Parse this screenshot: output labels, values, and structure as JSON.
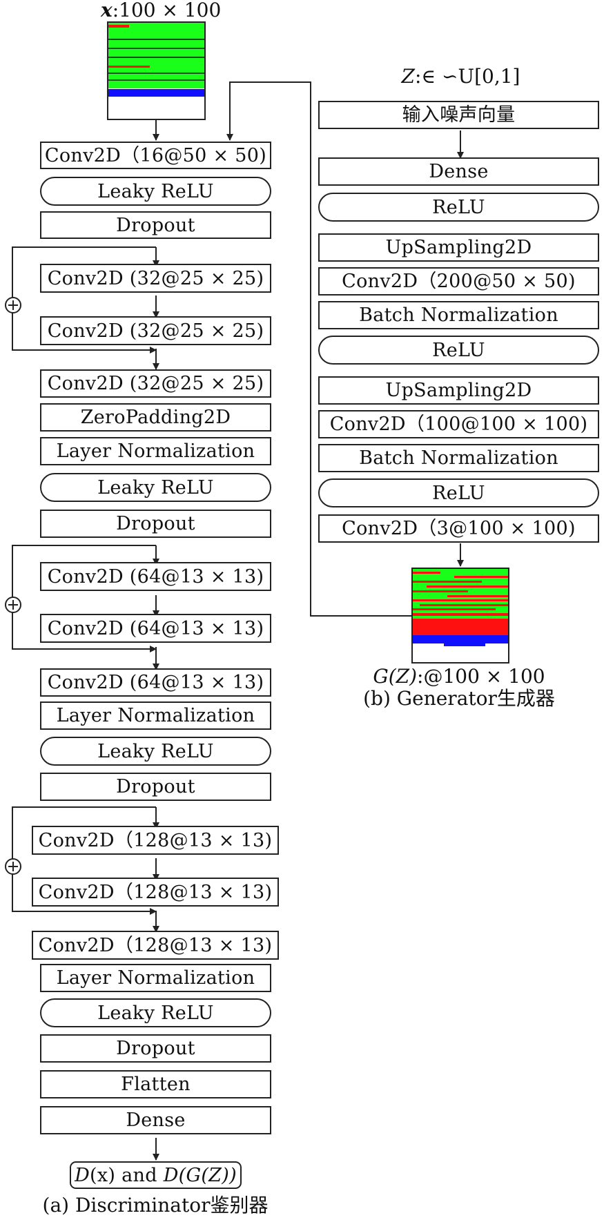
{
  "discriminator": {
    "input_label_var": "x",
    "input_label_size": ":100 × 100",
    "layers": [
      "Conv2D（16@50 × 50)",
      "Leaky ReLU",
      "Dropout",
      "Conv2D (32@25 × 25)",
      "Conv2D (32@25 × 25)",
      "Conv2D (32@25 × 25)",
      "ZeroPadding2D",
      "Layer Normalization",
      "Leaky ReLU",
      "Dropout",
      "Conv2D (64@13 × 13)",
      "Conv2D (64@13 × 13)",
      "Conv2D (64@13 × 13)",
      "Layer Normalization",
      "Leaky ReLU",
      "Dropout",
      "Conv2D（128@13 × 13)",
      "Conv2D（128@13 × 13)",
      "Conv2D（128@13 × 13)",
      "Layer Normalization",
      "Leaky ReLU",
      "Dropout",
      "Flatten",
      "Dense"
    ],
    "output": {
      "d1": "D",
      "x": "(x)",
      "and": " and ",
      "d2": "D",
      "g": "(G(Z))"
    },
    "caption": "(a) Discriminator鉴别器"
  },
  "generator": {
    "noise_label_var": "Z",
    "noise_label_rest": ":∈ ∽U[0,1]",
    "layers": [
      "输入噪声向量",
      "Dense",
      "ReLU",
      "UpSampling2D",
      "Conv2D（200@50 × 50)",
      "Batch Normalization",
      "ReLU",
      "UpSampling2D",
      "Conv2D（100@100 × 100)",
      "Batch Normalization",
      "ReLU",
      "Conv2D（3@100 × 100)"
    ],
    "output_label_var": "G(Z)",
    "output_label_size": ":@100 × 100",
    "caption": "(b) Generator生成器"
  },
  "colors": {
    "green": "#19ff19",
    "red": "#ff1010",
    "blue": "#1010ff",
    "line": "#222222"
  }
}
